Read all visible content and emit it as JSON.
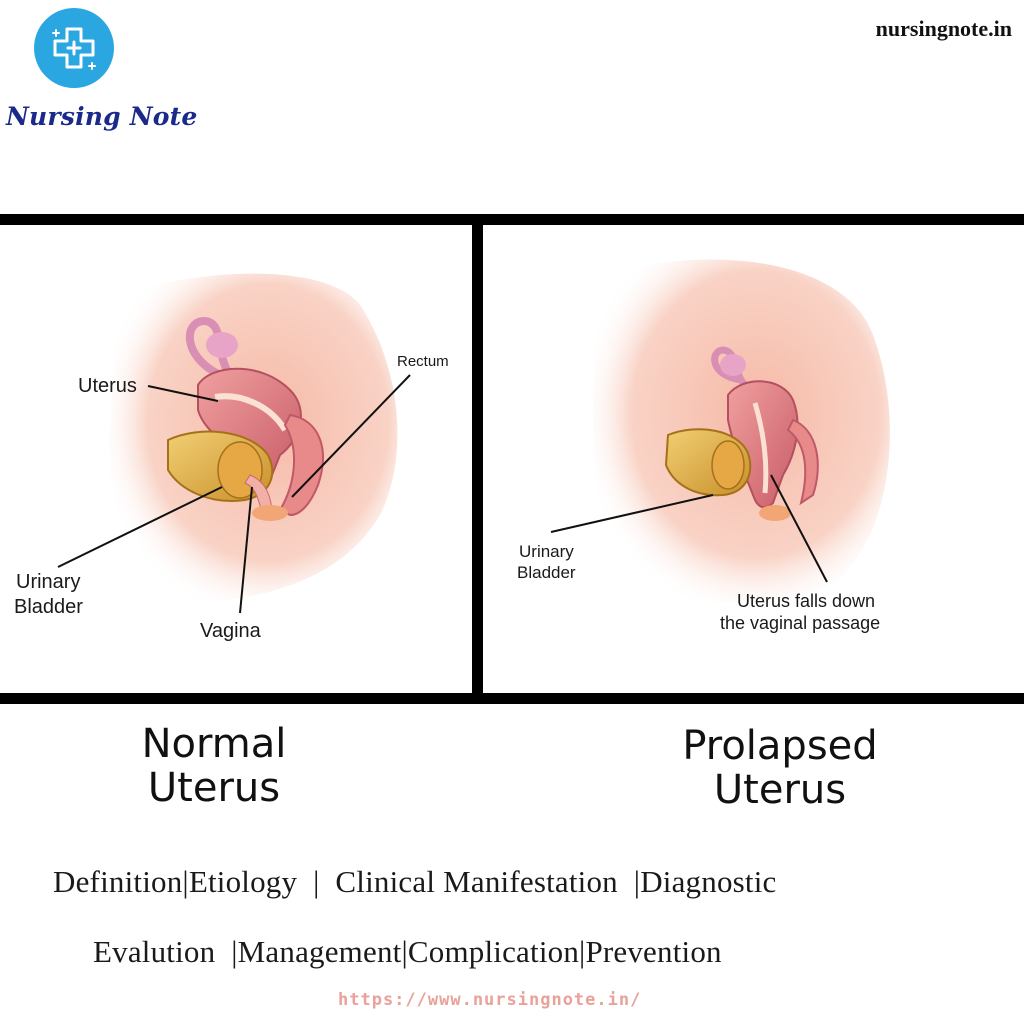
{
  "header": {
    "brand_name": "Nursing Note",
    "site_domain": "nursingnote.in",
    "logo_icon": "medical-cross-icon",
    "logo_color": "#2aa6e1"
  },
  "panels": {
    "normal": {
      "labels": {
        "uterus": "Uterus",
        "rectum": "Rectum",
        "urinary_bladder_line1": "Urinary",
        "urinary_bladder_line2": "Bladder",
        "vagina": "Vagina"
      },
      "caption_line1": "Normal",
      "caption_line2": "Uterus"
    },
    "prolapsed": {
      "labels": {
        "urinary_bladder_line1": "Urinary",
        "urinary_bladder_line2": "Bladder",
        "uterus_falls_line1": "Uterus falls down",
        "uterus_falls_line2": "the vaginal passage"
      },
      "caption_line1": "Prolapsed",
      "caption_line2": "Uterus"
    }
  },
  "topics": {
    "line1": "Definition|Etiology  |  Clinical Manifestation  |Diagnostic",
    "line2": "Evalution  |Management|Complication|Prevention"
  },
  "footer": {
    "url": "https://www.nursingnote.in/"
  },
  "colors": {
    "skin": "#f7cdbf",
    "uterus": "#e58a8a",
    "bladder": "#e0b24a",
    "url_text": "#e9a19a"
  }
}
